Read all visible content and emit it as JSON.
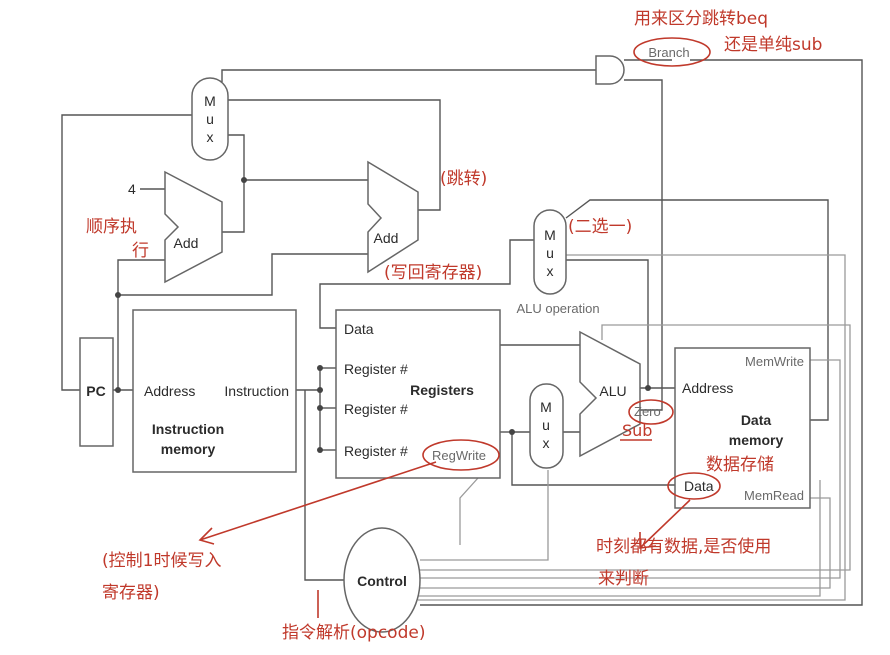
{
  "blocks": {
    "pc": "PC",
    "instruction_memory": {
      "address": "Address",
      "instruction": "Instruction",
      "title_line1": "Instruction",
      "title_line2": "memory"
    },
    "registers": {
      "data": "Data",
      "reg1": "Register #",
      "reg2": "Register #",
      "reg3": "Register #",
      "title": "Registers",
      "regwrite": "RegWrite"
    },
    "alu": {
      "label": "ALU",
      "zero": "Zero",
      "operation": "ALU operation"
    },
    "data_memory": {
      "memwrite": "MemWrite",
      "address": "Address",
      "title_line1": "Data",
      "title_line2": "memory",
      "data": "Data",
      "memread": "MemRead"
    },
    "control": "Control",
    "branch": "Branch",
    "add1": "Add",
    "add2": "Add",
    "const4": "4",
    "mux": {
      "m": "M",
      "u": "u",
      "x": "x"
    }
  },
  "annotations": {
    "branch_note_1": "用来区分跳转beq",
    "branch_note_2": "还是单纯sub",
    "jump": "(跳转)",
    "sequential_1": "顺序执",
    "sequential_2": "行",
    "mux_choice": "(二选一)",
    "writeback": "(写回寄存器)",
    "zero_sub": "Sub",
    "data_store": "数据存储",
    "regwrite_note_1": "(控制1时候写入",
    "regwrite_note_2": "寄存器)",
    "memread_note_1": "时刻都有数据,是否使用",
    "memread_note_2": "来判断",
    "opcode_note": "指令解析(opcode)"
  },
  "colors": {
    "annotation": "#c0392b",
    "wire": "#555555",
    "control_wire": "#9a9a9a"
  }
}
